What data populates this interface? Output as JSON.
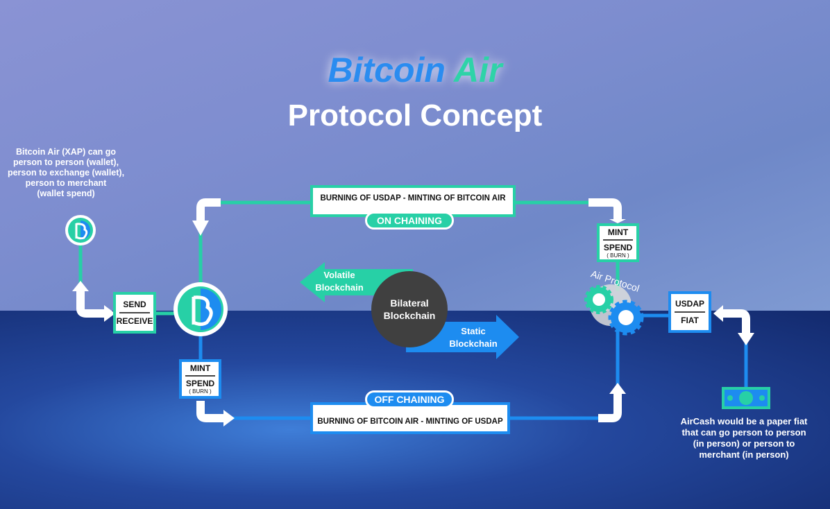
{
  "title": {
    "brand_part1": "Bitcoin",
    "brand_part2": "Air",
    "subtitle": "Protocol Concept"
  },
  "left_note": [
    "Bitcoin Air (",
    "XAP",
    ") can go",
    "person to person (wallet),",
    "person to exchange (wallet),",
    "person to merchant",
    "(wallet spend)"
  ],
  "send_receive": {
    "top": "SEND",
    "bottom": "RECEIVE"
  },
  "top_flow": {
    "label": "BURNING OF USDAP - MINTING OF BITCOIN AIR",
    "pill": "ON CHAINING"
  },
  "bottom_flow": {
    "label": "BURNING OF BITCOIN AIR - MINTING OF USDAP",
    "pill": "OFF CHAINING"
  },
  "mint_spend_top": {
    "top": "MINT",
    "bottom": "SPEND",
    "sub": "( BURN )"
  },
  "mint_spend_bottom": {
    "top": "MINT",
    "bottom": "SPEND",
    "sub": "( BURN )"
  },
  "center": {
    "volatile": [
      "Volatile",
      "Blockchain"
    ],
    "bilateral": [
      "Bilateral",
      "Blockchain"
    ],
    "static": [
      "Static",
      "Blockchain"
    ]
  },
  "air_protocol": "Air Protocol",
  "usdap_fiat": {
    "top": "USDAP",
    "bottom": "FIAT"
  },
  "aircash_note": {
    "bold": "AirCash",
    "rest": " would be a paper fiat",
    "lines": [
      "that can go person to person",
      "(in person) or person to",
      "merchant (in person)"
    ]
  },
  "colors": {
    "teal": "#27d0a6",
    "blue": "#1d8cf0",
    "circle": "#404040"
  }
}
